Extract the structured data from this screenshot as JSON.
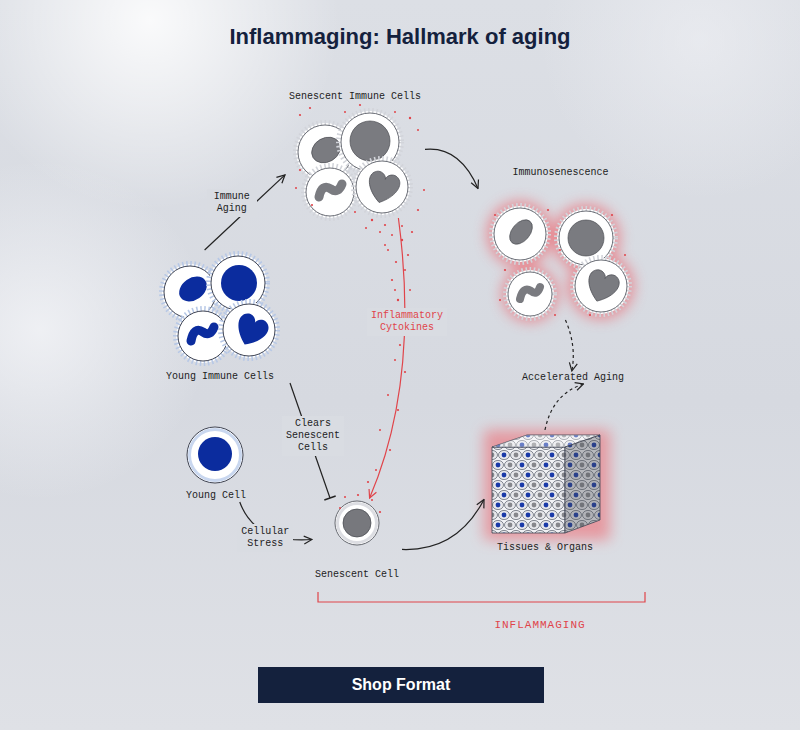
{
  "diagram": {
    "title": "Inflammaging: Hallmark of aging",
    "nodes": [
      {
        "text": [
          "Senescent Immune Cells"
        ]
      },
      {
        "text": [
          "Immunosenescence"
        ]
      },
      {
        "text": [
          "Young Immune Cells"
        ]
      },
      {
        "text": [
          "Accelerated Aging"
        ]
      },
      {
        "text": [
          "Young Cell"
        ]
      },
      {
        "text": [
          "Senescent Cell"
        ]
      },
      {
        "text": [
          "Tissues & Organs"
        ]
      },
      {
        "text": [
          "Shop Format"
        ]
      }
    ],
    "edges": [
      {
        "from": 2,
        "to": 0,
        "label": "Immune Aging",
        "arrow": "to"
      },
      {
        "from": 0,
        "to": 1,
        "arrow": "to"
      },
      {
        "from": 0,
        "to": 5,
        "label": "Inflammatory Cytokines",
        "arrow": "to"
      },
      {
        "from": 2,
        "to": 5,
        "label": "Clears Senescent Cells",
        "arrow": "to"
      },
      {
        "from": 4,
        "to": 5,
        "label": "Cellular Stress",
        "arrow": "to"
      },
      {
        "from": 5,
        "to": 6,
        "arrow": "to"
      },
      {
        "from": 1,
        "to": 3,
        "arrow": "to"
      },
      {
        "from": 6,
        "to": 3,
        "arrow": "to"
      }
    ],
    "labels": [
      "INFLAMMAGING"
    ]
  }
}
